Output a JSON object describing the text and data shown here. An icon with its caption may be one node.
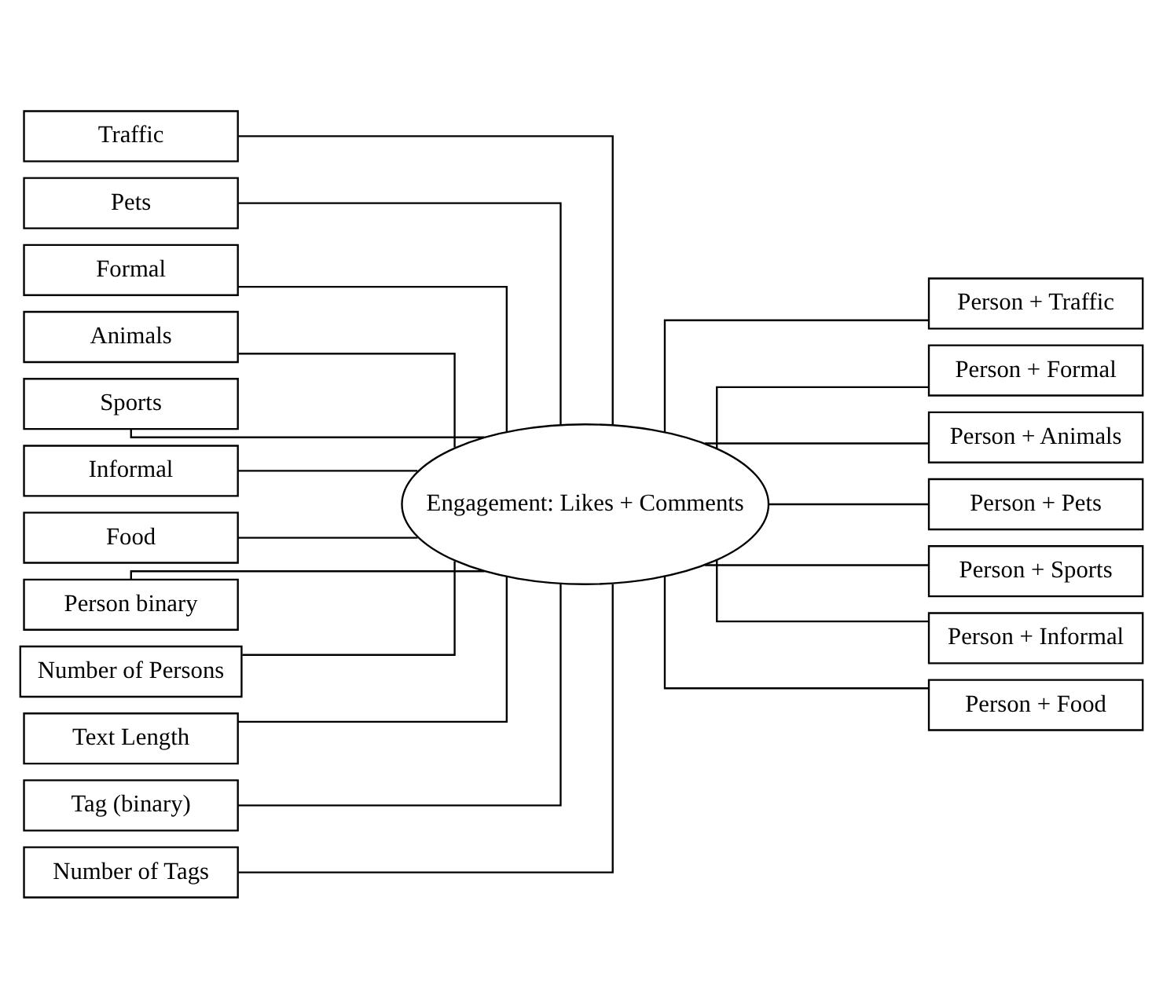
{
  "diagram": {
    "nodes": [
      {
        "text": [
          "Traffic"
        ]
      },
      {
        "text": [
          "Pets"
        ]
      },
      {
        "text": [
          "Formal"
        ]
      },
      {
        "text": [
          "Animals"
        ]
      },
      {
        "text": [
          "Sports"
        ]
      },
      {
        "text": [
          "Informal"
        ]
      },
      {
        "text": [
          "Food"
        ]
      },
      {
        "text": [
          "Person binary"
        ]
      },
      {
        "text": [
          "Number of Persons"
        ]
      },
      {
        "text": [
          "Text Length"
        ]
      },
      {
        "text": [
          "Tag (binary)"
        ]
      },
      {
        "text": [
          "Number of Tags"
        ]
      },
      {
        "text": [
          "Engagement: Likes + Comments"
        ]
      },
      {
        "text": [
          "Person + Traffic"
        ]
      },
      {
        "text": [
          "Person + Formal"
        ]
      },
      {
        "text": [
          "Person + Animals"
        ]
      },
      {
        "text": [
          "Person + Pets"
        ]
      },
      {
        "text": [
          "Person + Sports"
        ]
      },
      {
        "text": [
          "Person + Informal"
        ]
      },
      {
        "text": [
          "Person + Food"
        ]
      }
    ],
    "edges": [
      {
        "from": 0,
        "to": 12,
        "arrow": "none"
      },
      {
        "from": 1,
        "to": 12,
        "arrow": "none"
      },
      {
        "from": 2,
        "to": 12,
        "arrow": "none"
      },
      {
        "from": 3,
        "to": 12,
        "arrow": "none"
      },
      {
        "from": 4,
        "to": 12,
        "arrow": "none"
      },
      {
        "from": 5,
        "to": 12,
        "arrow": "none"
      },
      {
        "from": 6,
        "to": 12,
        "arrow": "none"
      },
      {
        "from": 7,
        "to": 12,
        "arrow": "none"
      },
      {
        "from": 8,
        "to": 12,
        "arrow": "none"
      },
      {
        "from": 9,
        "to": 12,
        "arrow": "none"
      },
      {
        "from": 10,
        "to": 12,
        "arrow": "none"
      },
      {
        "from": 11,
        "to": 12,
        "arrow": "none"
      },
      {
        "from": 12,
        "to": 13,
        "arrow": "none"
      },
      {
        "from": 12,
        "to": 14,
        "arrow": "none"
      },
      {
        "from": 12,
        "to": 15,
        "arrow": "none"
      },
      {
        "from": 12,
        "to": 16,
        "arrow": "none"
      },
      {
        "from": 12,
        "to": 17,
        "arrow": "none"
      },
      {
        "from": 12,
        "to": 18,
        "arrow": "none"
      },
      {
        "from": 12,
        "to": 19,
        "arrow": "none"
      }
    ]
  }
}
